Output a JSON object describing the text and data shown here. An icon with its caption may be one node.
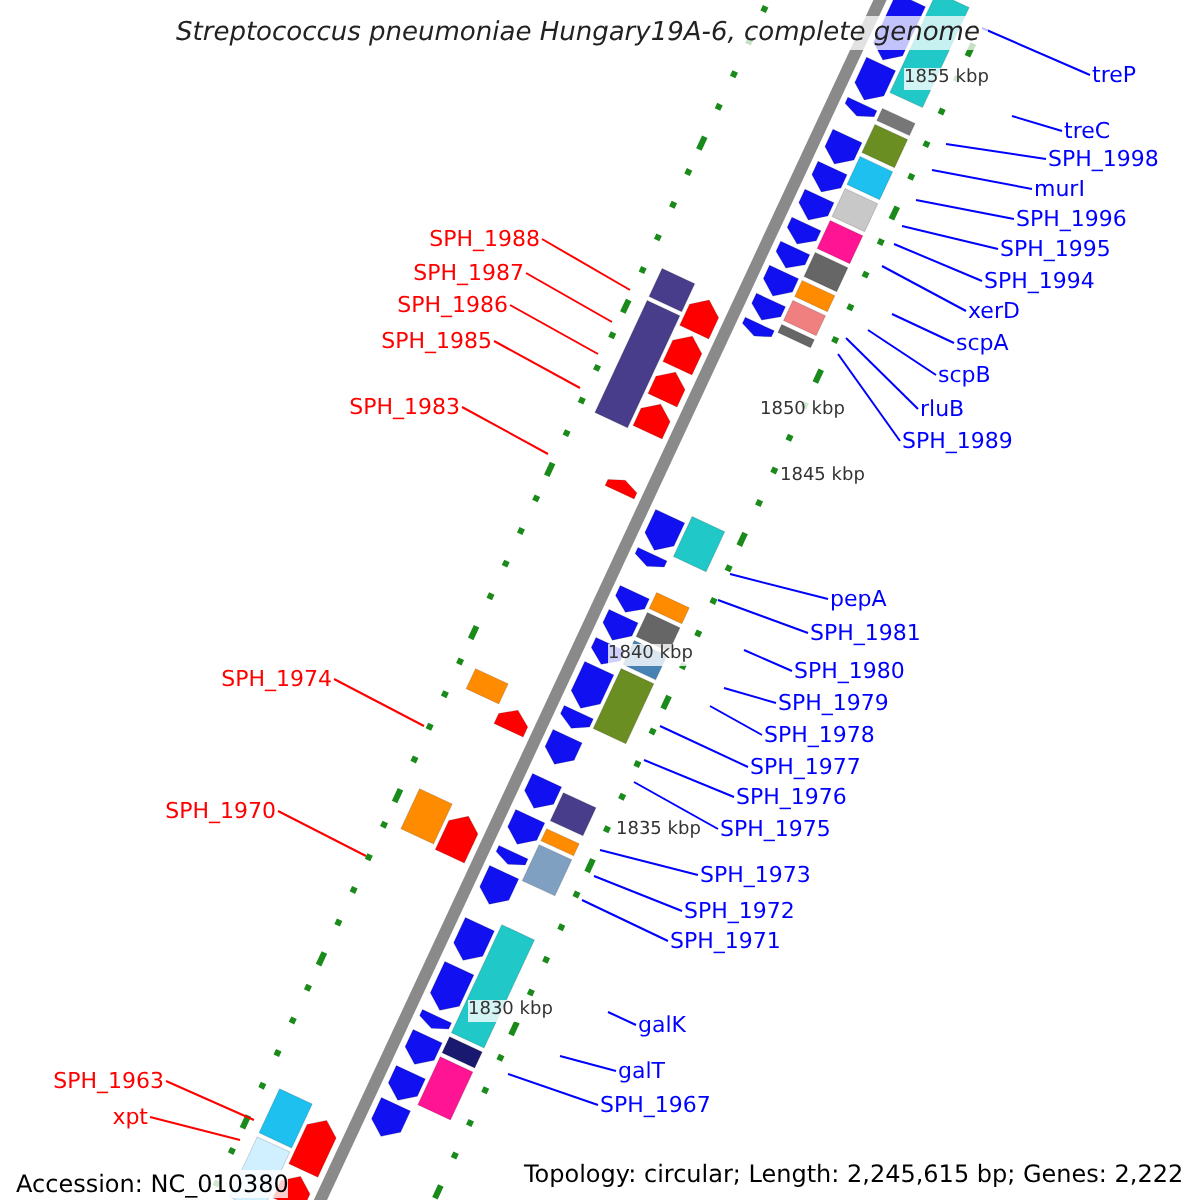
{
  "diagram": {
    "title": "Streptococcus pneumoniae Hungary19A-6, complete genome",
    "nodes": [
      {
        "text": [
          "treP"
        ]
      },
      {
        "text": [
          "treC"
        ]
      },
      {
        "text": [
          "SPH_1998"
        ]
      },
      {
        "text": [
          "murI"
        ]
      },
      {
        "text": [
          "SPH_1996"
        ]
      },
      {
        "text": [
          "SPH_1988"
        ]
      },
      {
        "text": [
          "SPH_1995"
        ]
      },
      {
        "text": [
          "SPH_1987"
        ]
      },
      {
        "text": [
          "SPH_1994"
        ]
      },
      {
        "text": [
          "SPH_1986"
        ]
      },
      {
        "text": [
          "xerD"
        ]
      },
      {
        "text": [
          "SPH_1985"
        ]
      },
      {
        "text": [
          "scpA"
        ]
      },
      {
        "text": [
          "scpB"
        ]
      },
      {
        "text": [
          "SPH_1983"
        ]
      },
      {
        "text": [
          "rluB"
        ]
      },
      {
        "text": [
          "SPH_1989"
        ]
      },
      {
        "text": [
          "pepA"
        ]
      },
      {
        "text": [
          "SPH_1981"
        ]
      },
      {
        "text": [
          "SPH_1980"
        ]
      },
      {
        "text": [
          "SPH_1974"
        ]
      },
      {
        "text": [
          "SPH_1979"
        ]
      },
      {
        "text": [
          "SPH_1978"
        ]
      },
      {
        "text": [
          "SPH_1977"
        ]
      },
      {
        "text": [
          "SPH_1976"
        ]
      },
      {
        "text": [
          "SPH_1970"
        ]
      },
      {
        "text": [
          "SPH_1975"
        ]
      },
      {
        "text": [
          "SPH_1973"
        ]
      },
      {
        "text": [
          "SPH_1972"
        ]
      },
      {
        "text": [
          "SPH_1971"
        ]
      },
      {
        "text": [
          "galK"
        ]
      },
      {
        "text": [
          "galT"
        ]
      },
      {
        "text": [
          "SPH_1963"
        ]
      },
      {
        "text": [
          "SPH_1967"
        ]
      },
      {
        "text": [
          "xpt"
        ]
      }
    ],
    "edges": [
      {
        "from": 0,
        "to": null,
        "arrow": "none"
      },
      {
        "from": 1,
        "to": null,
        "arrow": "none"
      },
      {
        "from": 2,
        "to": null,
        "arrow": "none"
      },
      {
        "from": 3,
        "to": null,
        "arrow": "none"
      },
      {
        "from": 4,
        "to": null,
        "arrow": "none"
      },
      {
        "from": 5,
        "to": null,
        "arrow": "none",
        "color": "#ff0000"
      },
      {
        "from": 6,
        "to": null,
        "arrow": "none"
      },
      {
        "from": 7,
        "to": null,
        "arrow": "none",
        "color": "#ff0000"
      },
      {
        "from": 8,
        "to": null,
        "arrow": "none"
      },
      {
        "from": 9,
        "to": null,
        "arrow": "none",
        "color": "#ff0000"
      },
      {
        "from": 10,
        "to": null,
        "arrow": "none"
      },
      {
        "from": 11,
        "to": null,
        "arrow": "none",
        "color": "#ff0000"
      },
      {
        "from": 12,
        "to": null,
        "arrow": "none"
      },
      {
        "from": 13,
        "to": null,
        "arrow": "none"
      },
      {
        "from": 14,
        "to": null,
        "arrow": "none",
        "color": "#ff0000"
      },
      {
        "from": 15,
        "to": null,
        "arrow": "none"
      },
      {
        "from": 16,
        "to": null,
        "arrow": "none"
      },
      {
        "from": 17,
        "to": null,
        "arrow": "none"
      },
      {
        "from": 18,
        "to": null,
        "arrow": "none"
      },
      {
        "from": 19,
        "to": null,
        "arrow": "none"
      },
      {
        "from": 20,
        "to": null,
        "arrow": "none",
        "color": "#ff0000"
      },
      {
        "from": 21,
        "to": null,
        "arrow": "none"
      },
      {
        "from": 22,
        "to": null,
        "arrow": "none"
      },
      {
        "from": 23,
        "to": null,
        "arrow": "none"
      },
      {
        "from": 24,
        "to": null,
        "arrow": "none"
      },
      {
        "from": 25,
        "to": null,
        "arrow": "none",
        "color": "#ff0000"
      },
      {
        "from": 26,
        "to": null,
        "arrow": "none"
      },
      {
        "from": 27,
        "to": null,
        "arrow": "none"
      },
      {
        "from": 28,
        "to": null,
        "arrow": "none"
      },
      {
        "from": 29,
        "to": null,
        "arrow": "none"
      },
      {
        "from": 30,
        "to": null,
        "arrow": "none"
      },
      {
        "from": 31,
        "to": null,
        "arrow": "none"
      },
      {
        "from": 32,
        "to": null,
        "arrow": "none",
        "color": "#ff0000"
      },
      {
        "from": 33,
        "to": null,
        "arrow": "none"
      },
      {
        "from": 34,
        "to": null,
        "arrow": "none",
        "color": "#ff0000"
      }
    ],
    "labels": [
      "1855 kbp",
      "1850 kbp",
      "1845 kbp",
      "1840 kbp",
      "1835 kbp",
      "1830 kbp",
      "Accession: NC_010380",
      "Topology: circular; Length: 2,245,615 bp; Genes: 2,222"
    ]
  }
}
